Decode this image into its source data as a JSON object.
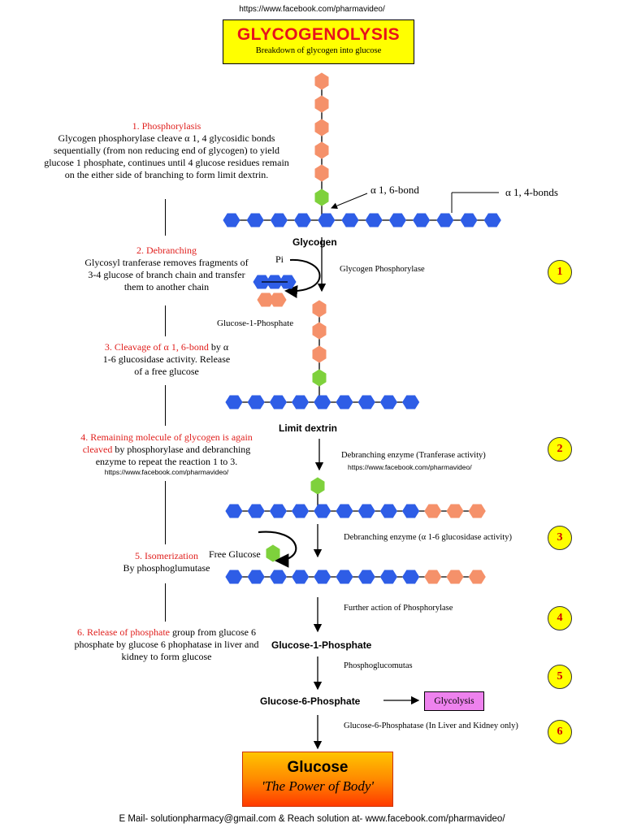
{
  "header_url": "https://www.facebook.com/pharmavideo/",
  "title": {
    "main": "GLYCOGENOLYSIS",
    "sub": "Breakdown of glycogen into glucose"
  },
  "steps": {
    "s1": {
      "title": "1. Phosphorylasis",
      "l1": "Glycogen phosphorylase cleave α 1, 4 glycosidic bonds",
      "l2": "sequentially (from non reducing end of glycogen) to yield",
      "l3": "glucose 1 phosphate, continues until 4 glucose residues remain",
      "l4": "on the either side of branching to form limit dextrin."
    },
    "s2": {
      "title": "2. Debranching",
      "l1": "Glycosyl tranferase removes fragments of",
      "l2": "3-4 glucose of branch chain and transfer",
      "l3": "them to another chain"
    },
    "s3": {
      "red": "3. Cleavage of α 1, 6-bond",
      "black": " by α",
      "l2": "1-6 glucosidase activity. Release",
      "l3": "of a free glucose"
    },
    "s4": {
      "red1": "4. Remaining molecule of glycogen is again",
      "red2": "cleaved",
      "black2": " by phosphorylase and debranching",
      "l3": "enzyme to repeat the reaction 1 to 3.",
      "url": "https://www.facebook.com/pharmavideo/"
    },
    "s5": {
      "title": "5. Isomerization",
      "l1": "By phosphoglumutase"
    },
    "s6": {
      "red": "6. Release of phosphate",
      "black": " group from glucose 6",
      "l2": "phosphate by glucose 6 phophatase in liver and",
      "l3": "kidney to form glucose"
    }
  },
  "bond_labels": {
    "a16": "α 1, 6-bond",
    "a14": "α 1, 4-bonds"
  },
  "molecules": {
    "glycogen": "Glycogen",
    "pi": "Pi",
    "g1p_small": "Glucose-1-Phosphate",
    "limit_dextrin": "Limit dextrin",
    "free_glucose": "Free Glucose",
    "g1p": "Glucose-1-Phosphate",
    "g6p": "Glucose-6-Phosphate",
    "glycolysis": "Glycolysis"
  },
  "enzymes": {
    "e1": "Glycogen Phosphorylase",
    "e2": "Debranching enzyme (Tranferase activity)",
    "e2_url": "https://www.facebook.com/pharmavideo/",
    "e3": "Debranching enzyme (α 1-6 glucosidase activity)",
    "e4": "Further action of Phosphorylase",
    "e5": "Phosphoglucomutas",
    "e6": "Glucose-6-Phosphatase (In Liver and Kidney only)"
  },
  "step_numbers": [
    "1",
    "2",
    "3",
    "4",
    "5",
    "6"
  ],
  "glucose_box": {
    "main": "Glucose",
    "sub": "'The Power of Body'"
  },
  "footer": "E Mail- solutionpharmacy@gmail.com & Reach solution at- www.facebook.com/pharmavideo/",
  "colors": {
    "blue": "#2e5de6",
    "orange": "#f5916a",
    "green": "#7ed13c",
    "red": "#e0201e",
    "yellow": "#ffff00",
    "magenta": "#ee82ee"
  }
}
